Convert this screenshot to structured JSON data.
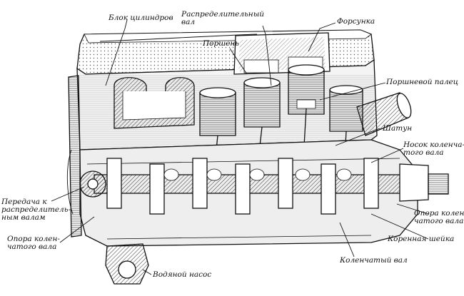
{
  "diagram": {
    "labels": {
      "cylinder_block": "Блок цилиндров",
      "camshaft": "Распределительный\nвал",
      "injector": "Форсунка",
      "piston": "Поршень",
      "piston_pin": "Поршневой палец",
      "connecting_rod": "Шатун",
      "crankshaft_nose": "Носок коленча-\nтого вала",
      "camshaft_drive": "Передача к\nраспределитель-\nным валам",
      "crankshaft_support_left": "Опора колен-\nчатого вала",
      "crankshaft_support_right": "Опора колен-\nчатого вала",
      "main_journal": "Коренная шейка",
      "crankshaft": "Коленчатый вал",
      "water_pump": "Водяной насос"
    }
  }
}
